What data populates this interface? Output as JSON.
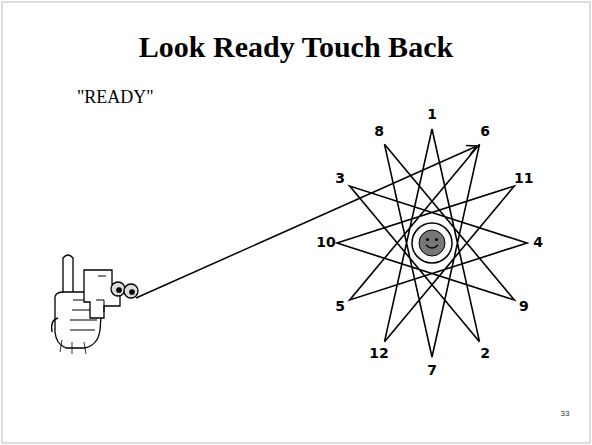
{
  "diagram": {
    "title": "Look Ready Touch Back",
    "labels": [
      "\"READY\"",
      "1",
      "8",
      "6",
      "3",
      "11",
      "10",
      "4",
      "5",
      "9",
      "12",
      "2",
      "7",
      "33"
    ]
  }
}
